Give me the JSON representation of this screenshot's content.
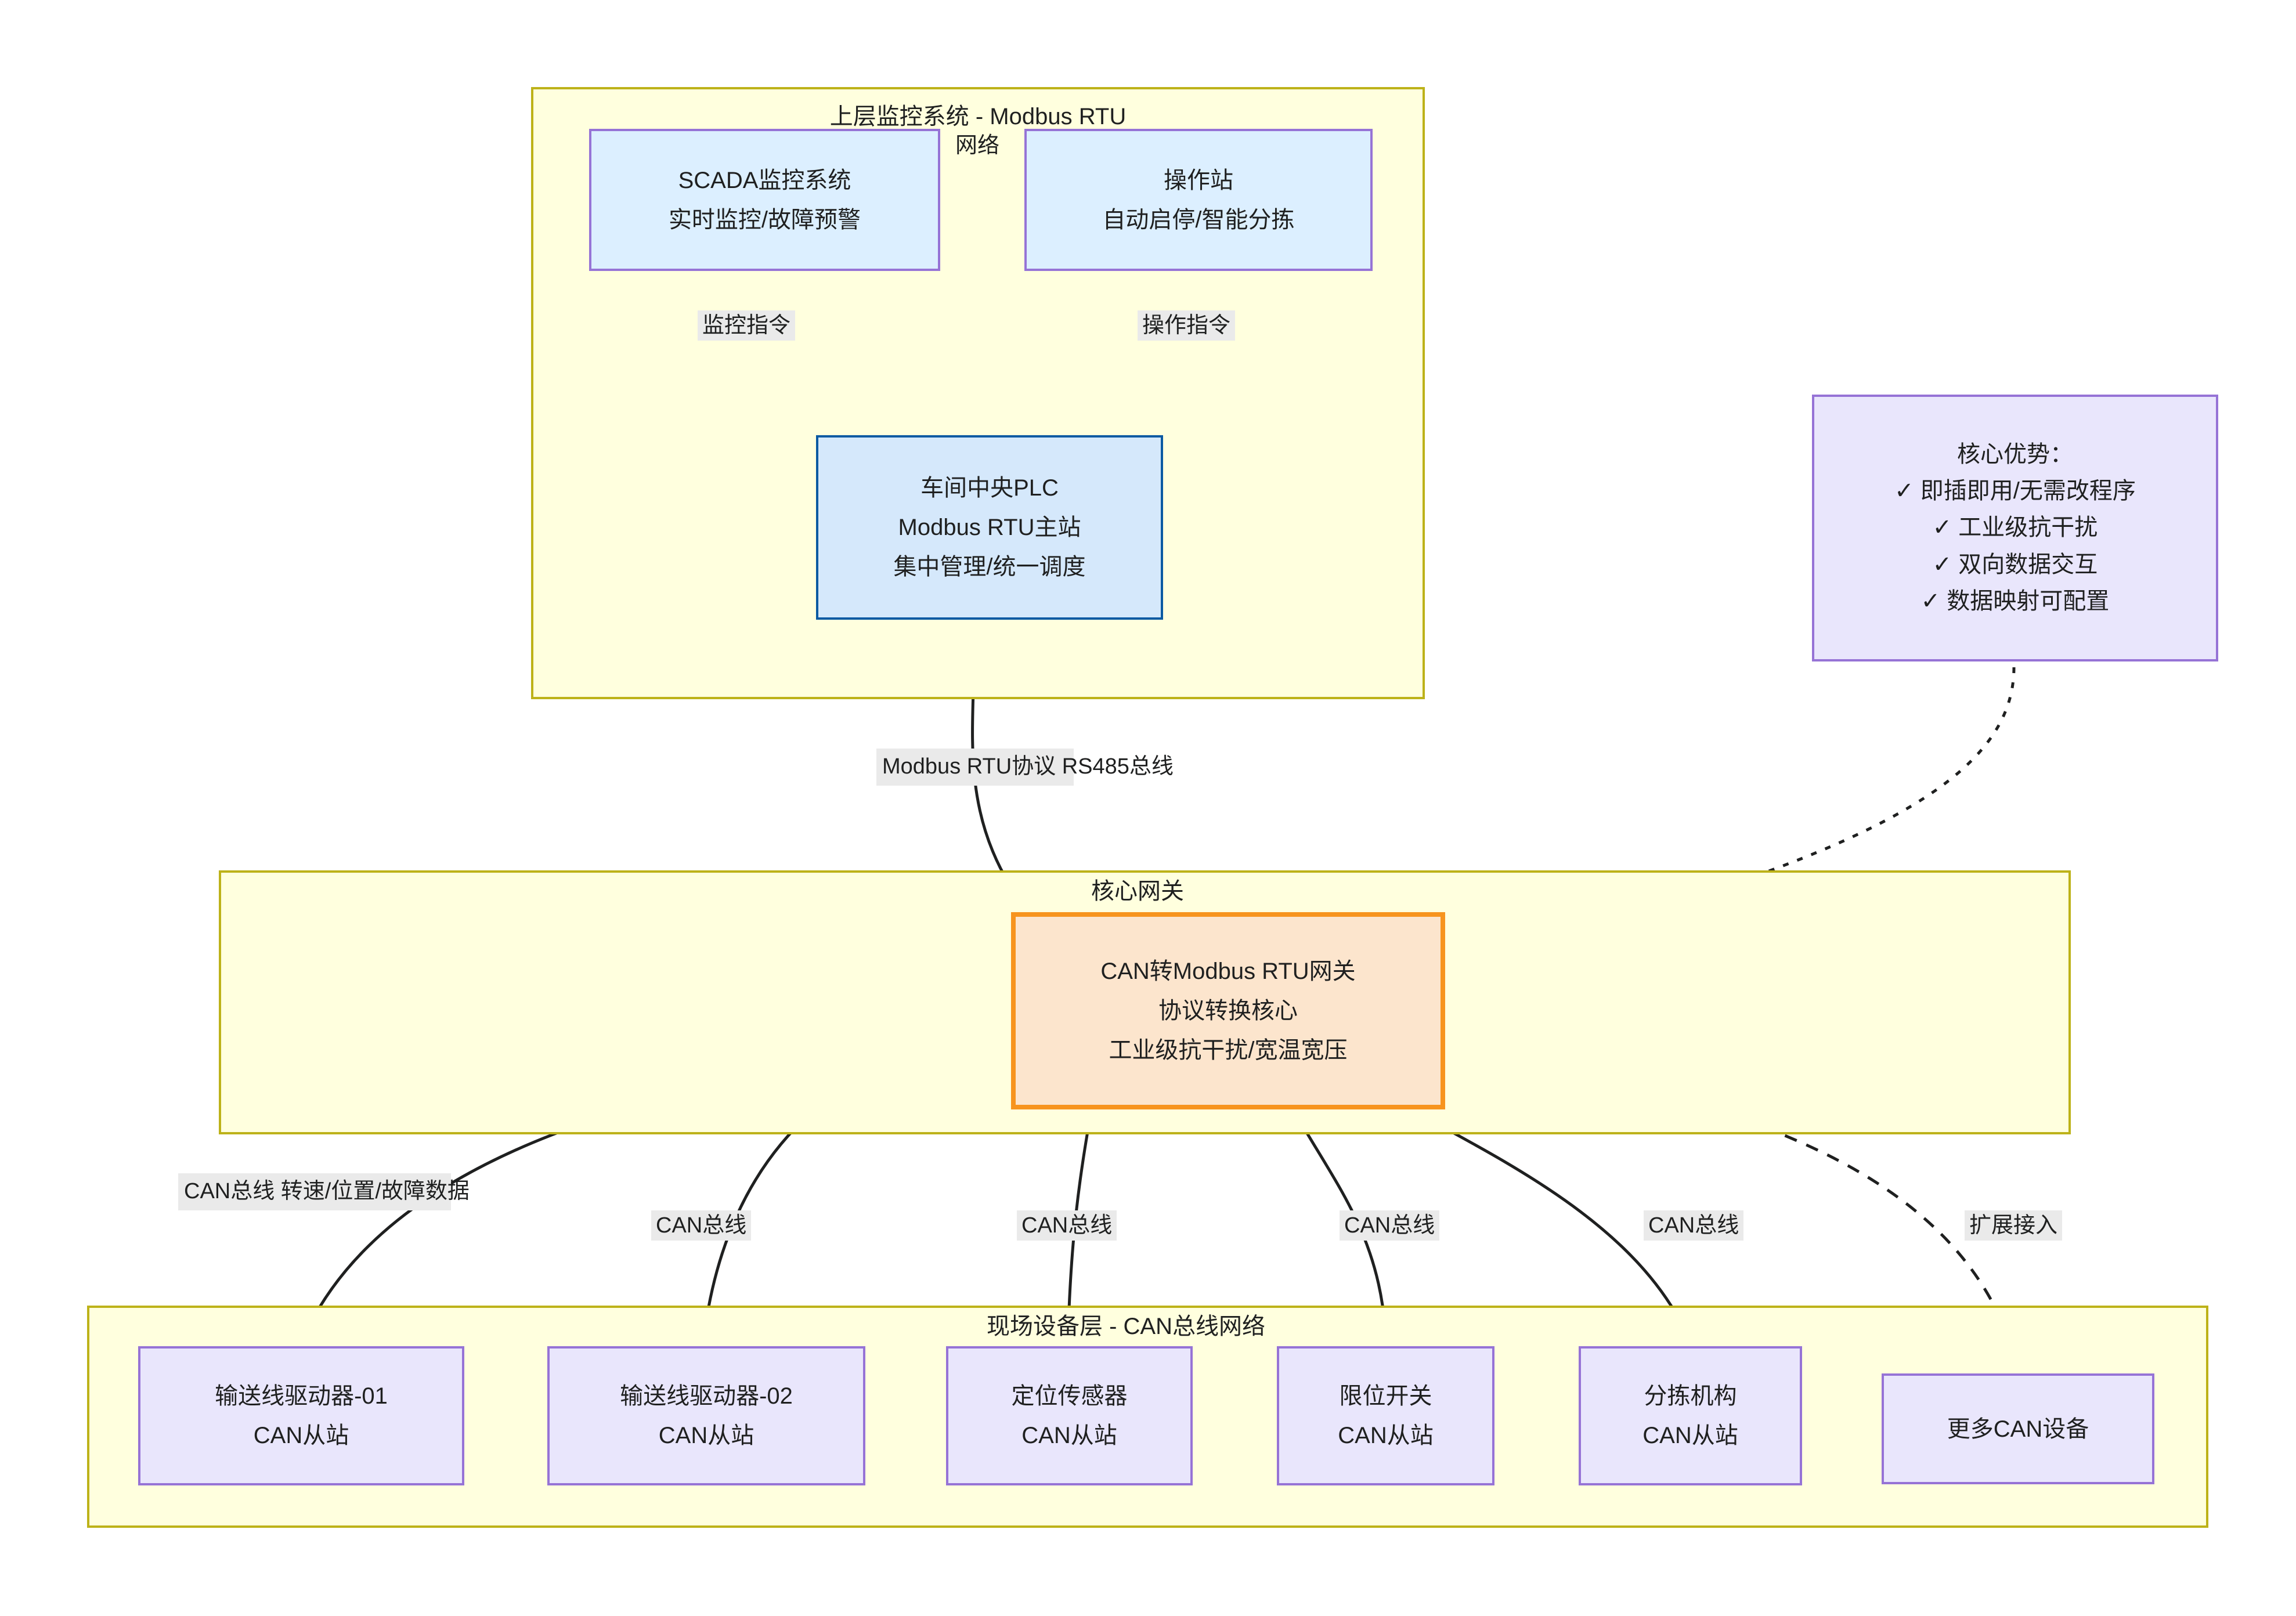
{
  "diagram": {
    "title": "CAN转Modbus RTU网关工业架构图",
    "colors": {
      "cluster_fill": "#ffffde",
      "cluster_border": "#bdb219",
      "node_blue_fill": "#dcefff",
      "node_blue_border": "#9673d6",
      "plc_fill": "#d5e8fb",
      "plc_border": "#0b5aa2",
      "gateway_fill": "#fce5cd",
      "gateway_border": "#f7941e",
      "device_fill": "#e9e6fc",
      "device_border": "#9673d6",
      "edge_label_bg": "#eaeaea",
      "edge_stroke": "#1f2020"
    }
  },
  "clusters": {
    "top": {
      "title": "上层监控系统 - Modbus RTU"
    },
    "middle": {
      "title": "核心网关"
    },
    "bottom": {
      "title": "现场设备层 - CAN总线网络"
    }
  },
  "nodes": {
    "scada": {
      "line1": "SCADA监控系统",
      "line2": "实时监控/故障预警"
    },
    "operator": {
      "line1": "操作站",
      "line2": "自动启停/智能分拣"
    },
    "plc": {
      "line1": "车间中央PLC",
      "line2": "Modbus RTU主站",
      "line3": "集中管理/统一调度"
    },
    "gateway": {
      "line1": "CAN转Modbus RTU网关",
      "line2": "协议转换核心",
      "line3": "工业级抗干扰/宽温宽压"
    },
    "devices": [
      {
        "name": "device-driver-01",
        "line1": "输送线驱动器-01",
        "line2": "CAN从站"
      },
      {
        "name": "device-driver-02",
        "line1": "输送线驱动器-02",
        "line2": "CAN从站"
      },
      {
        "name": "device-position-sensor",
        "line1": "定位传感器",
        "line2": "CAN从站"
      },
      {
        "name": "device-limit-switch",
        "line1": "限位开关",
        "line2": "CAN从站"
      },
      {
        "name": "device-sorting-mechanism",
        "line1": "分拣机构",
        "line2": "CAN从站"
      },
      {
        "name": "device-more-can",
        "line1": "更多CAN设备",
        "line2": ""
      }
    ]
  },
  "edge_labels": {
    "network": "网络",
    "scada_to_plc": "监控指令",
    "operator_to_plc": "操作指令",
    "plc_to_gateway_l1": "Modbus RTU协议",
    "plc_to_gateway_l2": "RS485总线",
    "can_bus_1_l1": "CAN总线",
    "can_bus_1_l2": "转速/位置/故障数据",
    "can_bus_2": "CAN总线",
    "can_bus_3": "CAN总线",
    "can_bus_4": "CAN总线",
    "can_bus_5": "CAN总线",
    "expansion": "扩展接入"
  },
  "advantages": {
    "title": "核心优势：",
    "items": [
      "✓ 即插即用/无需改程序",
      "✓ 工业级抗干扰",
      "✓ 双向数据交互",
      "✓ 数据映射可配置"
    ]
  }
}
